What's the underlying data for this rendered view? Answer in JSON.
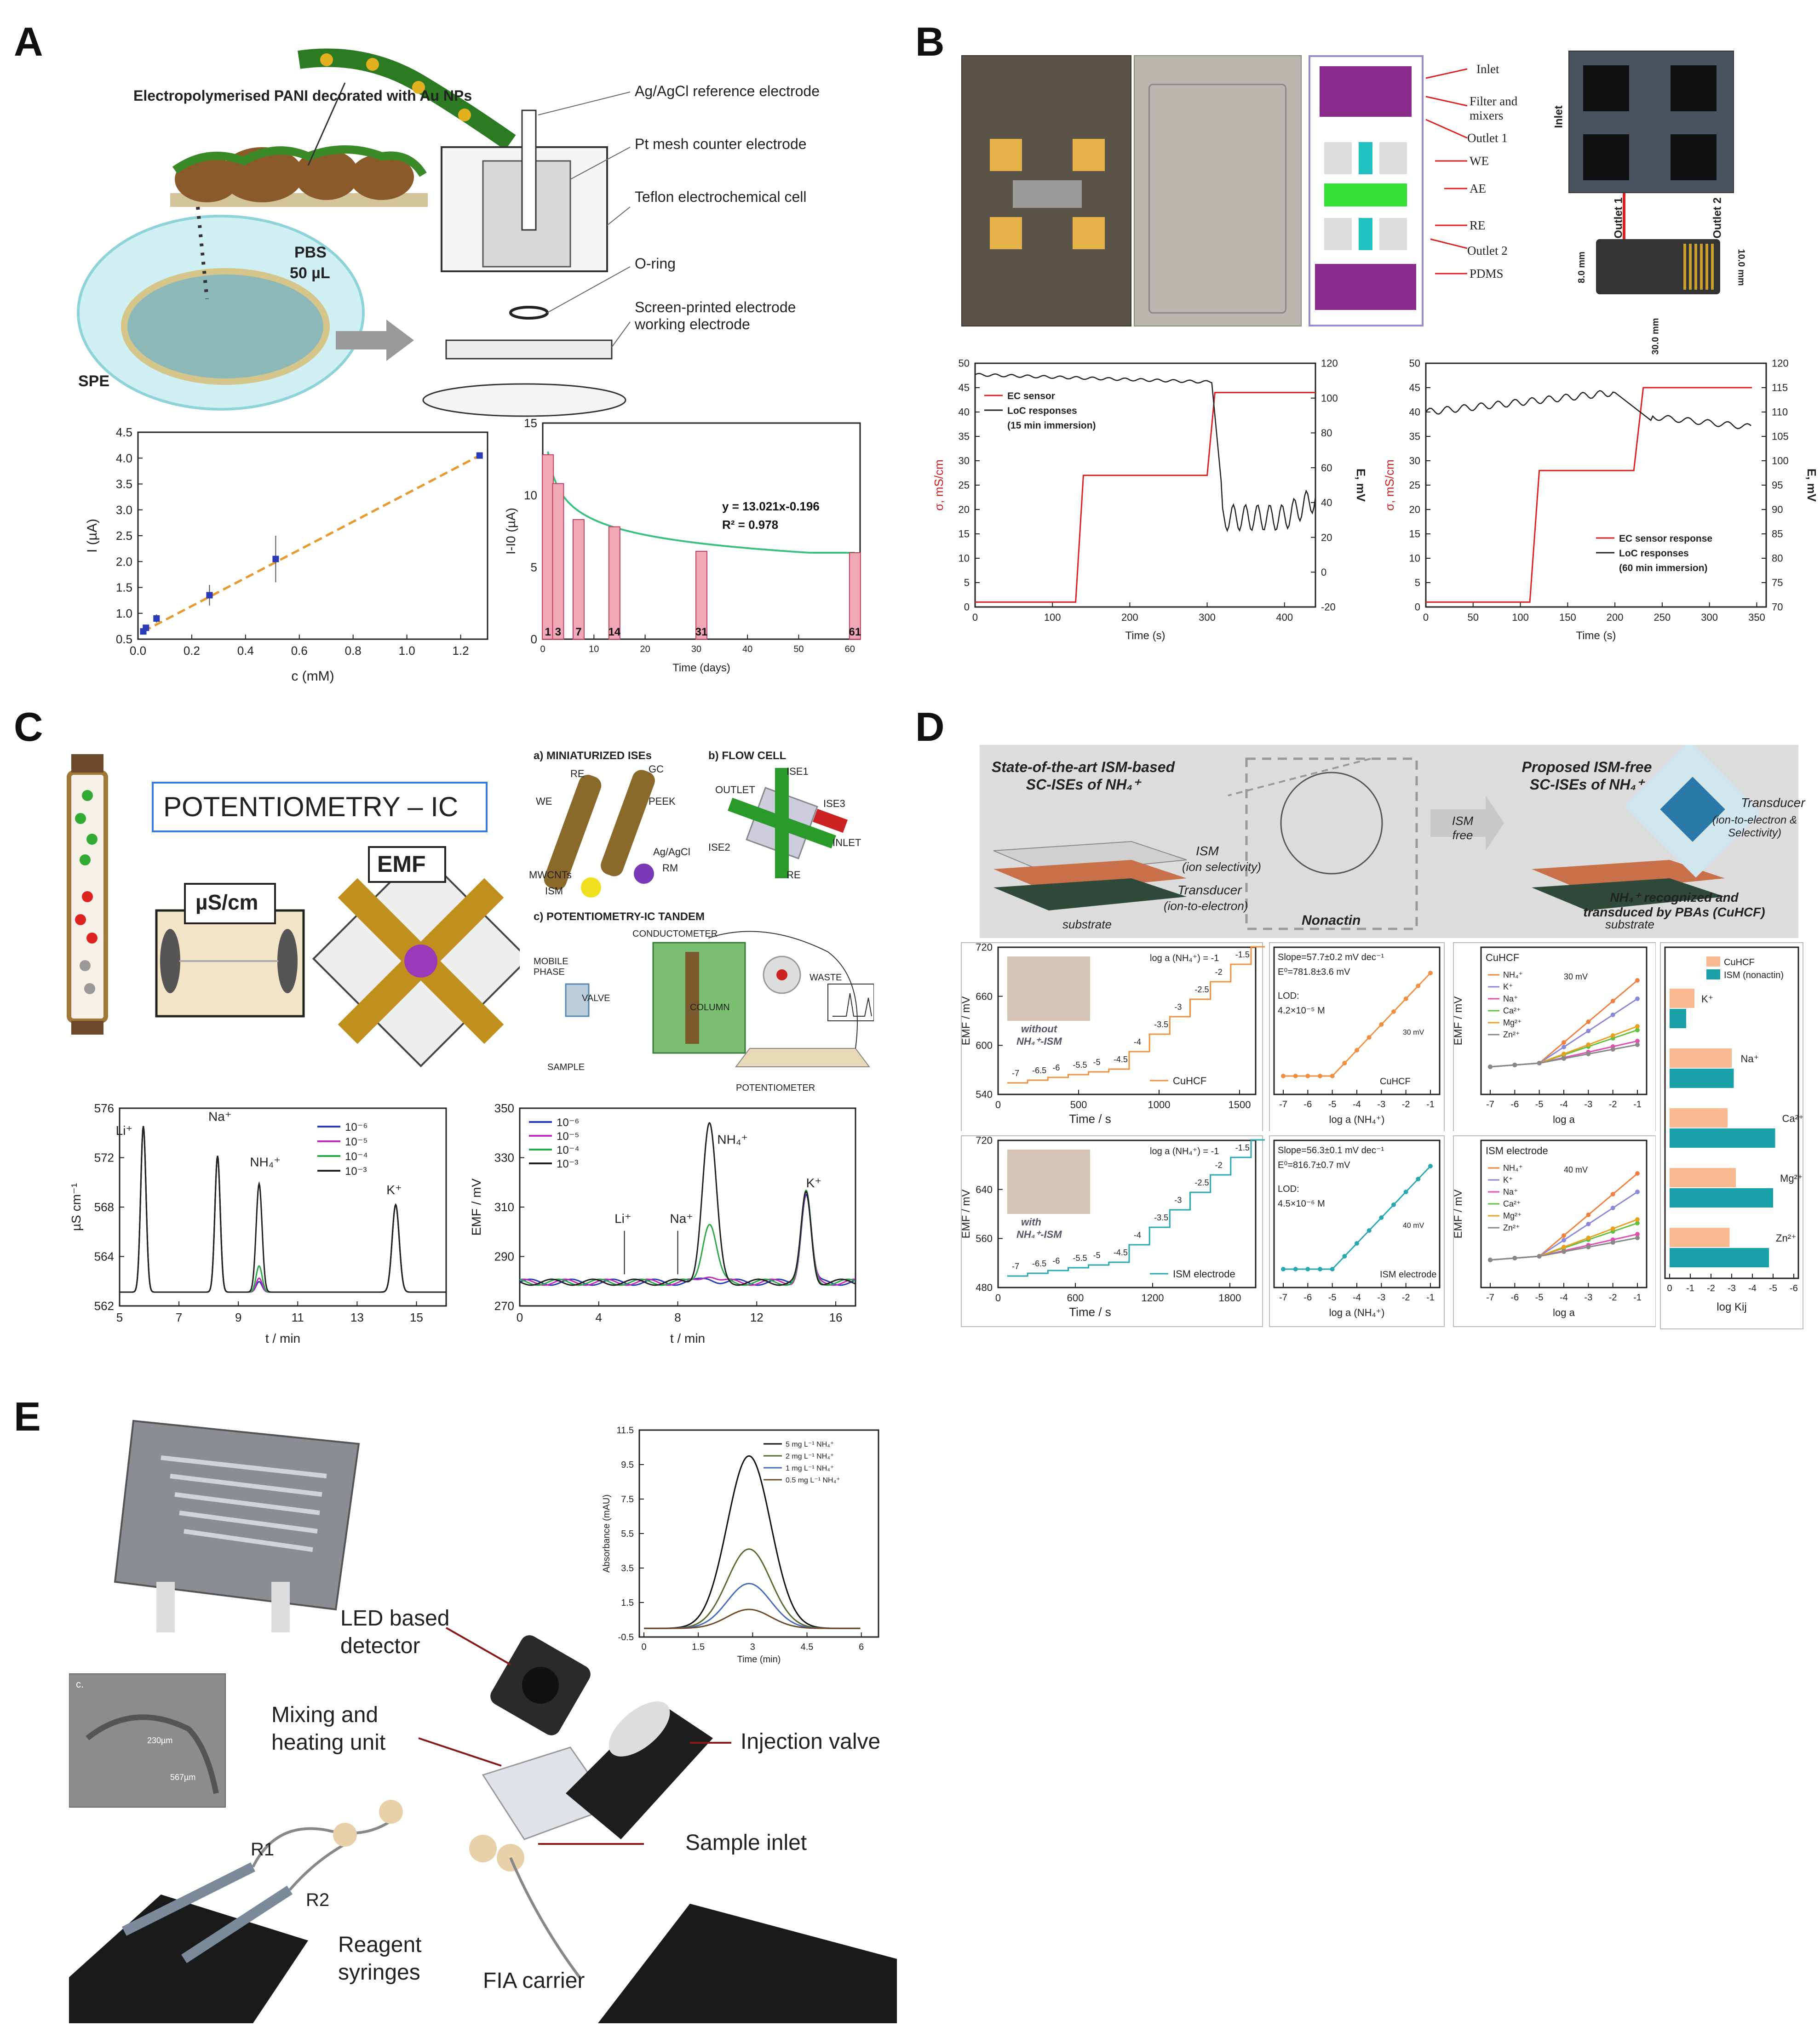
{
  "panels": [
    "A",
    "B",
    "C",
    "D",
    "E"
  ],
  "A": {
    "schematic_title": "Electropolymerised PANI decorated with Au NPs",
    "pbs": "PBS",
    "pbs_vol": "50 µL",
    "spe": "SPE",
    "cell_labels": [
      "Ag/AgCl reference electrode",
      "Pt mesh counter electrode",
      "Teflon electrochemical cell",
      "O-ring",
      "Screen-printed electrode working electrode"
    ],
    "plot1": {
      "ylabel": "I (µA)",
      "xlabel": "c (mM)",
      "yticks": [
        "0.5",
        "1.0",
        "1.5",
        "2.0",
        "2.5",
        "3.0",
        "3.5",
        "4.0",
        "4.5"
      ],
      "xticks": [
        "0.0",
        "0.2",
        "0.4",
        "0.6",
        "0.8",
        "1.0",
        "1.2"
      ]
    },
    "plot2": {
      "ylabel": "I-I0 (µA)",
      "xlabel": "Time (days)",
      "equation": "y = 13.021x-0.196",
      "r2": "R² = 0.978",
      "bar_labels": [
        "1",
        "3",
        "7",
        "14",
        "31",
        "61"
      ],
      "yticks": [
        "0",
        "5",
        "10",
        "15"
      ],
      "xticks": [
        "0",
        "10",
        "20",
        "30",
        "40",
        "50",
        "60"
      ]
    }
  },
  "B": {
    "chip_labels": [
      "Inlet",
      "Filter and mixers",
      "Outlet 1",
      "WE",
      "AE",
      "RE",
      "Outlet 2",
      "PDMS"
    ],
    "photo_labels": [
      "Inlet",
      "Outlet 1",
      "Outlet 2",
      "8.0 mm",
      "10.0 mm",
      "30.0 mm"
    ],
    "plot1": {
      "legend": [
        "EC sensor",
        "LoC responses",
        "(15 min immersion)"
      ],
      "ylabel": "σ, mS/cm",
      "y2label": "E, mV",
      "xlabel": "Time (s)",
      "xticks": [
        "0",
        "100",
        "200",
        "300",
        "400"
      ],
      "yticks": [
        "0",
        "5",
        "10",
        "15",
        "20",
        "25",
        "30",
        "35",
        "40",
        "45",
        "50"
      ],
      "y2ticks": [
        "-20",
        "0",
        "20",
        "40",
        "60",
        "80",
        "100",
        "120"
      ]
    },
    "plot2": {
      "legend": [
        "EC sensor response",
        "LoC responses",
        "(60 min immersion)"
      ],
      "ylabel": "σ, mS/cm",
      "y2label": "E, mV",
      "xlabel": "Time (s)",
      "xticks": [
        "0",
        "50",
        "100",
        "150",
        "200",
        "250",
        "300",
        "350"
      ],
      "yticks": [
        "0",
        "5",
        "10",
        "15",
        "20",
        "25",
        "30",
        "35",
        "40",
        "45",
        "50"
      ],
      "y2ticks": [
        "70",
        "75",
        "80",
        "85",
        "90",
        "95",
        "100",
        "105",
        "110",
        "115",
        "120"
      ]
    }
  },
  "C": {
    "title_box": "POTENTIOMETRY – IC",
    "conductivity": "µS/cm",
    "emf": "EMF",
    "sub_a": "a) MINIATURIZED ISEs",
    "sub_a_labels": [
      "RE",
      "GC",
      "WE",
      "PEEK",
      "Ag/AgCl",
      "RM",
      "MWCNTs",
      "ISM"
    ],
    "sub_b": "b) FLOW CELL",
    "sub_b_labels": [
      "OUTLET",
      "ISE1",
      "ISE3",
      "ISE2",
      "INLET",
      "RE"
    ],
    "sub_c": "c) POTENTIOMETRY-IC TANDEM",
    "sub_c_labels": [
      "CONDUCTOMETER",
      "MOBILE PHASE",
      "VALVE",
      "COLUMN",
      "WASTE",
      "SAMPLE",
      "POTENTIOMETER"
    ],
    "plot1": {
      "ylabel": "µS cm⁻¹",
      "xlabel": "t / min",
      "peaks": [
        "Li⁺",
        "Na⁺",
        "NH₄⁺",
        "K⁺"
      ],
      "legend": [
        "10⁻⁶",
        "10⁻⁵",
        "10⁻⁴",
        "10⁻³"
      ],
      "xticks": [
        "5",
        "7",
        "9",
        "11",
        "13",
        "15"
      ],
      "yticks": [
        "562",
        "564",
        "568",
        "572",
        "576"
      ]
    },
    "plot2": {
      "ylabel": "EMF / mV",
      "xlabel": "t / min",
      "peaks": [
        "NH₄⁺",
        "Li⁺",
        "Na⁺",
        "K⁺"
      ],
      "legend": [
        "10⁻⁶",
        "10⁻⁵",
        "10⁻⁴",
        "10⁻³"
      ],
      "xticks": [
        "0",
        "4",
        "8",
        "12",
        "16"
      ],
      "yticks": [
        "350",
        "330",
        "310",
        "290",
        "270"
      ]
    }
  },
  "D": {
    "left_title": "State-of-the-art ISM-based SC-ISEs of NH₄⁺",
    "ism": "ISM",
    "ism_sub": "(ion selectivity)",
    "transducer": "Transducer",
    "transducer_sub": "(ion-to-electron)",
    "substrate": "substrate",
    "nonactin": "Nonactin",
    "ism_free": "ISM free",
    "right_title": "Proposed ISM-free SC-ISEs of NH₄⁺",
    "right_transducer": "Transducer",
    "right_transducer_sub": "(ion-to-electron & Selectivity)",
    "recognized": "NH₄⁺ recognized and transduced by PBAs (CuHCF)",
    "row1": {
      "emf_ylabel": "EMF / mV",
      "time_xlabel": "Time / s",
      "inset": [
        "without",
        "NH₄⁺-ISM"
      ],
      "trace_label": "CuHCF",
      "loga_top": "log a (NH₄⁺) = -1",
      "calib": [
        "Slope=57.7±0.2 mV dec⁻¹",
        "E⁰=781.8±3.6 mV",
        "LOD:",
        "4.2×10⁻⁵ M"
      ],
      "calib_label": "CuHCF",
      "calib_scale": "30 mV",
      "sel_title": "CuHCF",
      "sel_scale": "30 mV",
      "sel_legend": [
        "NH₄⁺",
        "K⁺",
        "Na⁺",
        "Ca²⁺",
        "Mg²⁺",
        "Zn²⁺"
      ],
      "steps": [
        "-7",
        "-6.5",
        "-6",
        "-5.5",
        "-5",
        "-4.5",
        "-4",
        "-3.5",
        "-3",
        "-2.5",
        "-2",
        "-1.5"
      ],
      "yticks": [
        "720",
        "660",
        "600",
        "540"
      ],
      "xticks": [
        "0",
        "500",
        "1000",
        "1500"
      ]
    },
    "row2": {
      "emf_ylabel": "EMF / mV",
      "time_xlabel": "Time / s",
      "inset": [
        "with",
        "NH₄⁺-ISM"
      ],
      "trace_label": "ISM electrode",
      "loga_top": "log a (NH₄⁺) = -1",
      "calib": [
        "Slope=56.3±0.1 mV dec⁻¹",
        "E⁰=816.7±0.7 mV",
        "LOD:",
        "4.5×10⁻⁶ M"
      ],
      "calib_label": "ISM electrode",
      "calib_scale": "40 mV",
      "sel_title": "ISM electrode",
      "sel_scale": "40 mV",
      "sel_legend": [
        "NH₄⁺",
        "K⁺",
        "Na⁺",
        "Ca²⁺",
        "Mg²⁺",
        "Zn²⁺"
      ],
      "steps": [
        "-7",
        "-6.5",
        "-6",
        "-5.5",
        "-5",
        "-4.5",
        "-4",
        "-3.5",
        "-3",
        "-2.5",
        "-2",
        "-1.5"
      ],
      "yticks": [
        "720",
        "640",
        "560",
        "480"
      ],
      "xticks": [
        "0",
        "600",
        "1200",
        "1800"
      ]
    },
    "calib_xlabel": "log a (NH₄⁺)",
    "sel_xlabel": "log a",
    "loga_ticks": [
      "-7",
      "-6",
      "-5",
      "-4",
      "-3",
      "-2",
      "-1"
    ],
    "bar": {
      "legend": [
        "CuHCF",
        "ISM (nonactin)"
      ],
      "ions": [
        "K⁺",
        "Na⁺",
        "Ca²⁺",
        "Mg²⁺",
        "Zn²⁺"
      ],
      "xlabel": "log Kij",
      "xticks": [
        "0",
        "-1",
        "-2",
        "-3",
        "-4",
        "-5",
        "-6"
      ]
    }
  },
  "E": {
    "labels": [
      "LED based detector",
      "Mixing and heating unit",
      "Injection valve",
      "Sample inlet",
      "R1",
      "R2",
      "Reagent syringes",
      "FIA carrier"
    ],
    "sem_labels": [
      "c.",
      "230µm",
      "567µm"
    ],
    "plot": {
      "ylabel": "Absorbance (mAU)",
      "xlabel": "Time (min)",
      "legend": [
        "5 mg L⁻¹ NH₄⁺",
        "2 mg L⁻¹ NH₄⁺",
        "1 mg L⁻¹ NH₄⁺",
        "0.5 mg L⁻¹ NH₄⁺"
      ],
      "yticks": [
        "11.5",
        "9.5",
        "7.5",
        "5.5",
        "3.5",
        "1.5",
        "-0.5"
      ],
      "xticks": [
        "0",
        "1.5",
        "3",
        "4.5",
        "6"
      ]
    }
  },
  "chart_data": [
    {
      "type": "scatter",
      "panel": "A",
      "x": [
        0.0,
        0.01,
        0.05,
        0.25,
        0.5,
        1.27
      ],
      "y": [
        0.65,
        0.72,
        0.9,
        1.35,
        2.05,
        4.05
      ]
    },
    {
      "type": "bar",
      "panel": "A",
      "categories": [
        "1",
        "3",
        "7",
        "14",
        "31",
        "61"
      ],
      "values": [
        12.8,
        10.8,
        8.3,
        7.8,
        6.1,
        6.0
      ]
    },
    {
      "type": "line",
      "panel": "B",
      "series": [
        {
          "name": "EC sensor",
          "values": [
            1,
            1,
            27,
            27,
            27,
            44,
            44
          ]
        },
        {
          "name": "LoC responses",
          "values": [
            113,
            114,
            112,
            110,
            108,
            30,
            35
          ]
        }
      ],
      "x": [
        0,
        130,
        140,
        200,
        300,
        310,
        440
      ]
    },
    {
      "type": "line",
      "panel": "B",
      "series": [
        {
          "name": "EC sensor response",
          "values": [
            1,
            1,
            28,
            28,
            45,
            45
          ]
        },
        {
          "name": "LoC responses",
          "values": [
            111,
            112,
            114,
            115,
            112,
            108
          ]
        }
      ],
      "x": [
        0,
        110,
        120,
        220,
        230,
        345
      ]
    },
    {
      "type": "line",
      "panel": "C",
      "peaks_x": [
        5.8,
        8.3,
        9.7,
        14.3
      ],
      "series": [
        {
          "name": "10⁻⁶"
        },
        {
          "name": "10⁻⁵"
        },
        {
          "name": "10⁻⁴"
        },
        {
          "name": "10⁻³"
        }
      ]
    },
    {
      "type": "line",
      "panel": "C",
      "peaks_x": [
        5.3,
        8.0,
        9.6,
        14.5
      ],
      "series": [
        {
          "name": "10⁻⁶"
        },
        {
          "name": "10⁻⁵"
        },
        {
          "name": "10⁻⁴"
        },
        {
          "name": "10⁻³"
        }
      ]
    },
    {
      "type": "bar",
      "panel": "D",
      "categories": [
        "K⁺",
        "Na⁺",
        "Ca²⁺",
        "Mg²⁺",
        "Zn²⁺"
      ],
      "series": [
        {
          "name": "CuHCF",
          "values": [
            -1.2,
            -3.0,
            -2.8,
            -3.2,
            -2.9
          ]
        },
        {
          "name": "ISM (nonactin)",
          "values": [
            -0.8,
            -3.1,
            -5.1,
            -5.0,
            -4.8
          ]
        }
      ]
    },
    {
      "type": "line",
      "panel": "E",
      "x": [
        0,
        1.5,
        3,
        4.5,
        6
      ],
      "series": [
        {
          "name": "5 mg L⁻¹ NH₄⁺",
          "peak": 10.0
        },
        {
          "name": "2 mg L⁻¹ NH₄⁺",
          "peak": 4.6
        },
        {
          "name": "1 mg L⁻¹ NH₄⁺",
          "peak": 2.6
        },
        {
          "name": "0.5 mg L⁻¹ NH₄⁺",
          "peak": 1.1
        }
      ]
    }
  ]
}
